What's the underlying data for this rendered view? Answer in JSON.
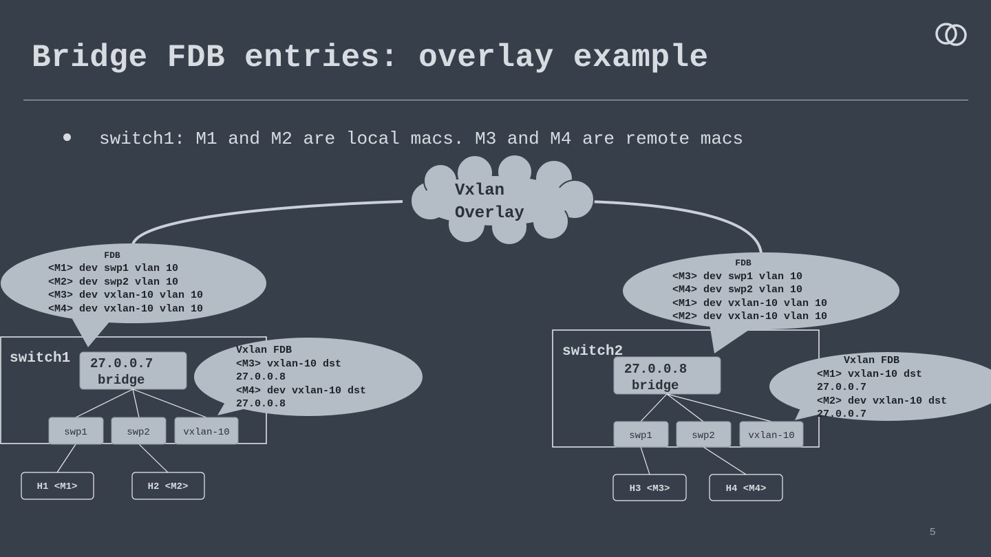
{
  "title": "Bridge FDB entries: overlay example",
  "bullet": "switch1: M1 and M2 are local macs. M3 and M4 are remote macs",
  "page_number": "5",
  "logo": "overlapping-rings-logo",
  "colors": {
    "background": "#37404a",
    "callout_fill": "#b4bcc6",
    "callout_text": "#1e2328",
    "box_stroke": "#e8ecef",
    "port_fill": "#b4bcc6"
  },
  "cloud": {
    "line1": "Vxlan",
    "line2": "Overlay"
  },
  "switch1": {
    "label": "switch1",
    "bridge": {
      "ip": "27.0.0.7",
      "name": "bridge"
    },
    "ports": [
      "swp1",
      "swp2",
      "vxlan-10"
    ],
    "hosts": [
      "H1 <M1>",
      "H2 <M2>"
    ],
    "fdb": {
      "title": "FDB",
      "entries": [
        "<M1> dev swp1 vlan 10",
        "<M2> dev swp2 vlan 10",
        "<M3> dev vxlan-10 vlan 10",
        "<M4> dev vxlan-10 vlan 10"
      ]
    },
    "vxlan_fdb": {
      "lines": [
        "Vxlan FDB",
        "<M3> vxlan-10 dst",
        "27.0.0.8",
        "<M4> dev vxlan-10 dst",
        "27.0.0.8"
      ]
    }
  },
  "switch2": {
    "label": "switch2",
    "bridge": {
      "ip": "27.0.0.8",
      "name": "bridge"
    },
    "ports": [
      "swp1",
      "swp2",
      "vxlan-10"
    ],
    "hosts": [
      "H3 <M3>",
      "H4 <M4>"
    ],
    "fdb": {
      "title": "FDB",
      "entries": [
        "<M3> dev swp1 vlan 10",
        "<M4> dev swp2 vlan 10",
        "<M1> dev vxlan-10 vlan 10",
        "<M2> dev vxlan-10 vlan 10"
      ]
    },
    "vxlan_fdb": {
      "lines": [
        "Vxlan FDB",
        "<M1> vxlan-10 dst",
        "27.0.0.7",
        "<M2> dev vxlan-10 dst",
        "27.0.0.7"
      ]
    }
  }
}
